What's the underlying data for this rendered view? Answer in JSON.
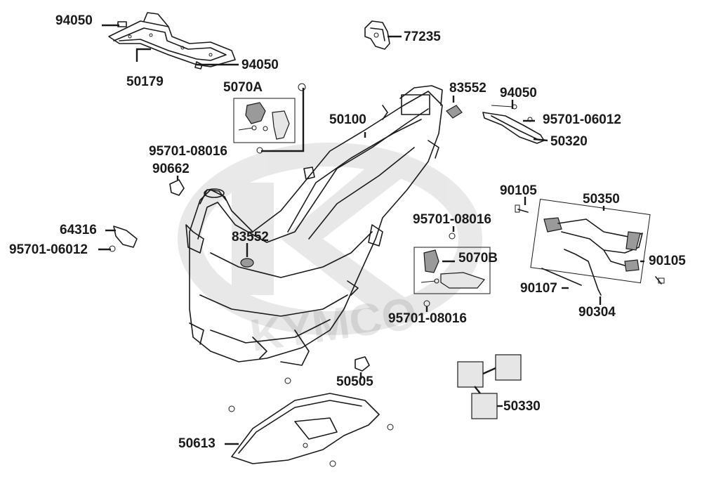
{
  "diagram": {
    "watermark": "KYMCO",
    "labels": [
      {
        "id": "94050-top",
        "text": "94050"
      },
      {
        "id": "94050-mid",
        "text": "94050"
      },
      {
        "id": "50179",
        "text": "50179"
      },
      {
        "id": "77235",
        "text": "77235"
      },
      {
        "id": "5070A",
        "text": "5070A"
      },
      {
        "id": "83552-top",
        "text": "83552"
      },
      {
        "id": "94050-right",
        "text": "94050"
      },
      {
        "id": "50100",
        "text": "50100"
      },
      {
        "id": "95701-06012-right",
        "text": "95701-06012"
      },
      {
        "id": "50320",
        "text": "50320"
      },
      {
        "id": "95701-08016-left",
        "text": "95701-08016"
      },
      {
        "id": "90662",
        "text": "90662"
      },
      {
        "id": "90105-top",
        "text": "90105"
      },
      {
        "id": "50350",
        "text": "50350"
      },
      {
        "id": "64316",
        "text": "64316"
      },
      {
        "id": "95701-08016-mid",
        "text": "95701-08016"
      },
      {
        "id": "83552-mid",
        "text": "83552"
      },
      {
        "id": "95701-06012-left",
        "text": "95701-06012"
      },
      {
        "id": "5070B",
        "text": "5070B"
      },
      {
        "id": "90105-right",
        "text": "90105"
      },
      {
        "id": "90107",
        "text": "90107"
      },
      {
        "id": "90304",
        "text": "90304"
      },
      {
        "id": "95701-08016-bottom",
        "text": "95701-08016"
      },
      {
        "id": "50505",
        "text": "50505"
      },
      {
        "id": "50330",
        "text": "50330"
      },
      {
        "id": "50613",
        "text": "50613"
      }
    ]
  }
}
